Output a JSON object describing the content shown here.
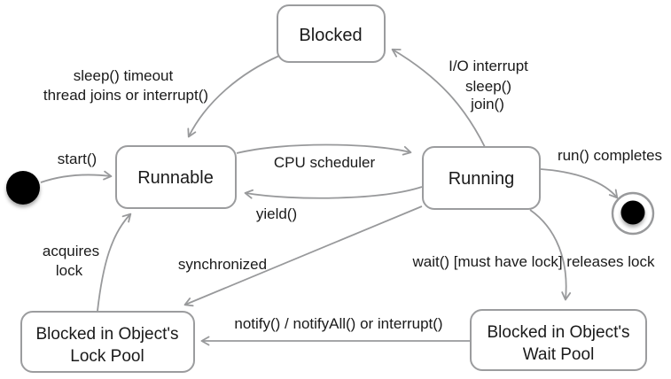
{
  "states": {
    "blocked": {
      "label": "Blocked"
    },
    "runnable": {
      "label": "Runnable"
    },
    "running": {
      "label": "Running"
    },
    "lock_pool": {
      "line1": "Blocked in Object's",
      "line2": "Lock Pool"
    },
    "wait_pool": {
      "line1": "Blocked in Object's",
      "line2": "Wait Pool"
    }
  },
  "transitions": {
    "start": {
      "label": "start()"
    },
    "blocked_to_runnable": {
      "line1": "sleep() timeout",
      "line2": "thread joins or interrupt()"
    },
    "running_to_blocked": {
      "line1": "I/O interrupt",
      "line2": "sleep()",
      "line3": "join()"
    },
    "runnable_to_running": {
      "label": "CPU scheduler"
    },
    "running_to_runnable": {
      "label": "yield()"
    },
    "running_to_final": {
      "label": "run() completes"
    },
    "running_to_wait_pool": {
      "label": "wait() [must have lock] releases lock"
    },
    "wait_pool_to_lock_pool": {
      "label": "notify() / notifyAll() or interrupt()"
    },
    "lock_pool_to_runnable": {
      "line1": "acquires",
      "line2": "lock"
    },
    "running_to_lock_pool": {
      "label": "synchronized"
    }
  },
  "colors": {
    "arrow": "#98999b",
    "box_border": "#9b9c9e",
    "box_fill": "#ffffff",
    "text": "#1a1a1a",
    "terminal": "#000000",
    "background": "#ffffff"
  }
}
